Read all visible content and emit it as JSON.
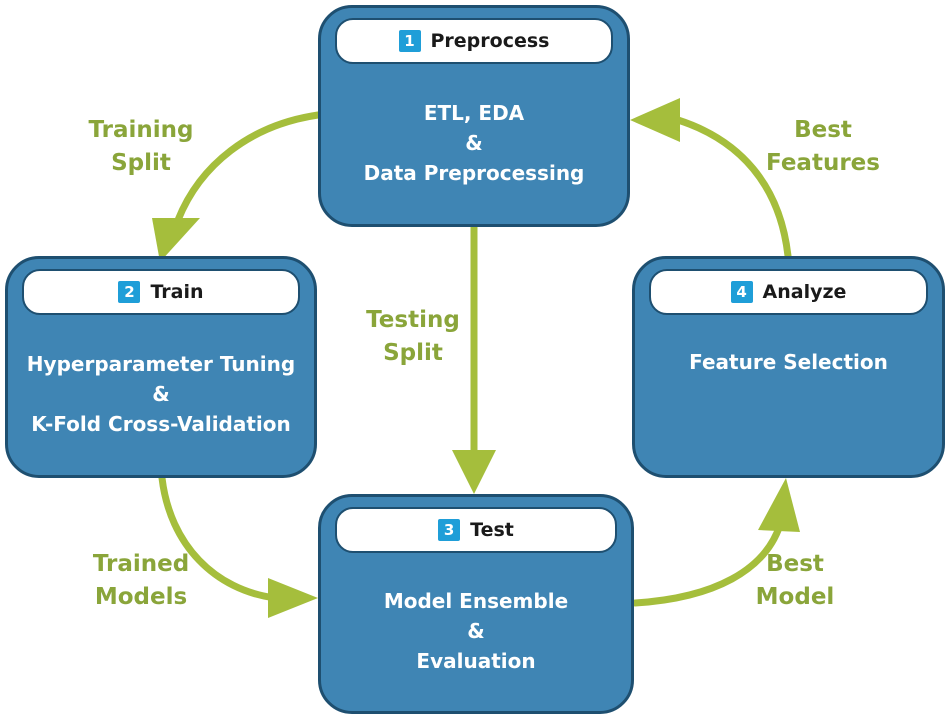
{
  "steps": {
    "preprocess": {
      "number": "1",
      "title": "Preprocess",
      "lines": [
        "ETL, EDA",
        "&",
        "Data Preprocessing"
      ]
    },
    "train": {
      "number": "2",
      "title": "Train",
      "lines": [
        "Hyperparameter Tuning",
        "&",
        "K-Fold Cross-Validation"
      ]
    },
    "test": {
      "number": "3",
      "title": "Test",
      "lines": [
        "Model Ensemble",
        "&",
        "Evaluation"
      ]
    },
    "analyze": {
      "number": "4",
      "title": "Analyze",
      "lines": [
        "Feature Selection"
      ]
    }
  },
  "arrows": {
    "training_split": [
      "Training",
      "Split"
    ],
    "testing_split": [
      "Testing",
      "Split"
    ],
    "trained_models": [
      "Trained",
      "Models"
    ],
    "best_model": [
      "Best",
      "Model"
    ],
    "best_features": [
      "Best",
      "Features"
    ]
  },
  "colors": {
    "card_fill": "#3f85b4",
    "card_border": "#1e4f70",
    "step_badge": "#1f9ed8",
    "arrow": "#a5be3c",
    "arrow_label": "#8aa53a"
  }
}
